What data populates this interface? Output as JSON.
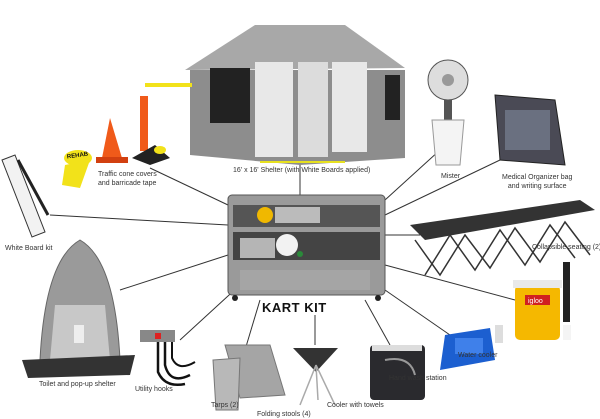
{
  "title": "KART KIT",
  "items": {
    "shelter": "16' x 16' Shelter (with White Boards applied)",
    "traffic_cone_1": "Traffic cone covers",
    "traffic_cone_2": "and barricade tape",
    "mister": "Mister",
    "medical_1": "Medical Organizer bag",
    "medical_2": "and writing surface",
    "whiteboard": "White Board kit",
    "seating": "Collapsible seating (2)",
    "toilet": "Toilet and pop-up shelter",
    "hooks": "Utility hooks",
    "tarps": "Tarps (2)",
    "stools": "Folding stools (4)",
    "cooler": "Cooler with towels",
    "handwash": "Hand wash station",
    "water_cooler": "Water cooler"
  },
  "barricade_text": "REHAB",
  "cooler_brand": "igloo",
  "colors": {
    "tent": "#8d8d8d",
    "kart": "#9a9a9a",
    "cone": "#f05a1a",
    "tape": "#f2e21a",
    "cooler": "#f5b800",
    "handwash": "#1c5fd0"
  }
}
